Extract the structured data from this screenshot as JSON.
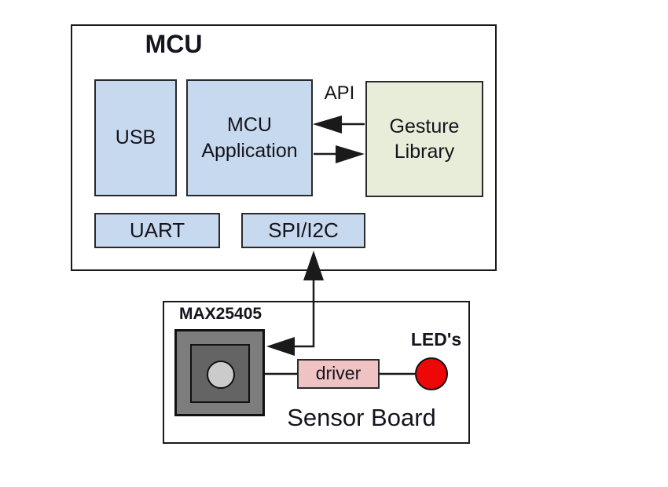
{
  "mcu": {
    "title": "MCU",
    "usb_label": "USB",
    "application_label": "MCU Application",
    "gesture_label": "Gesture Library",
    "uart_label": "UART",
    "spi_label": "SPI/I2C",
    "api_label": "API"
  },
  "sensor_board": {
    "title": "Sensor Board",
    "chip_label": "MAX25405",
    "driver_label": "driver",
    "led_label": "LED's"
  },
  "colors": {
    "block_blue": "#c7d9ee",
    "block_green": "#e8edd9",
    "driver_pink": "#efc3c3",
    "led_red": "#ee0707",
    "chip_outer_gray": "#7d7d7d",
    "chip_inner_gray": "#646464",
    "chip_lens_gray": "#cbcbcb",
    "line_black": "#1a1a1a"
  }
}
